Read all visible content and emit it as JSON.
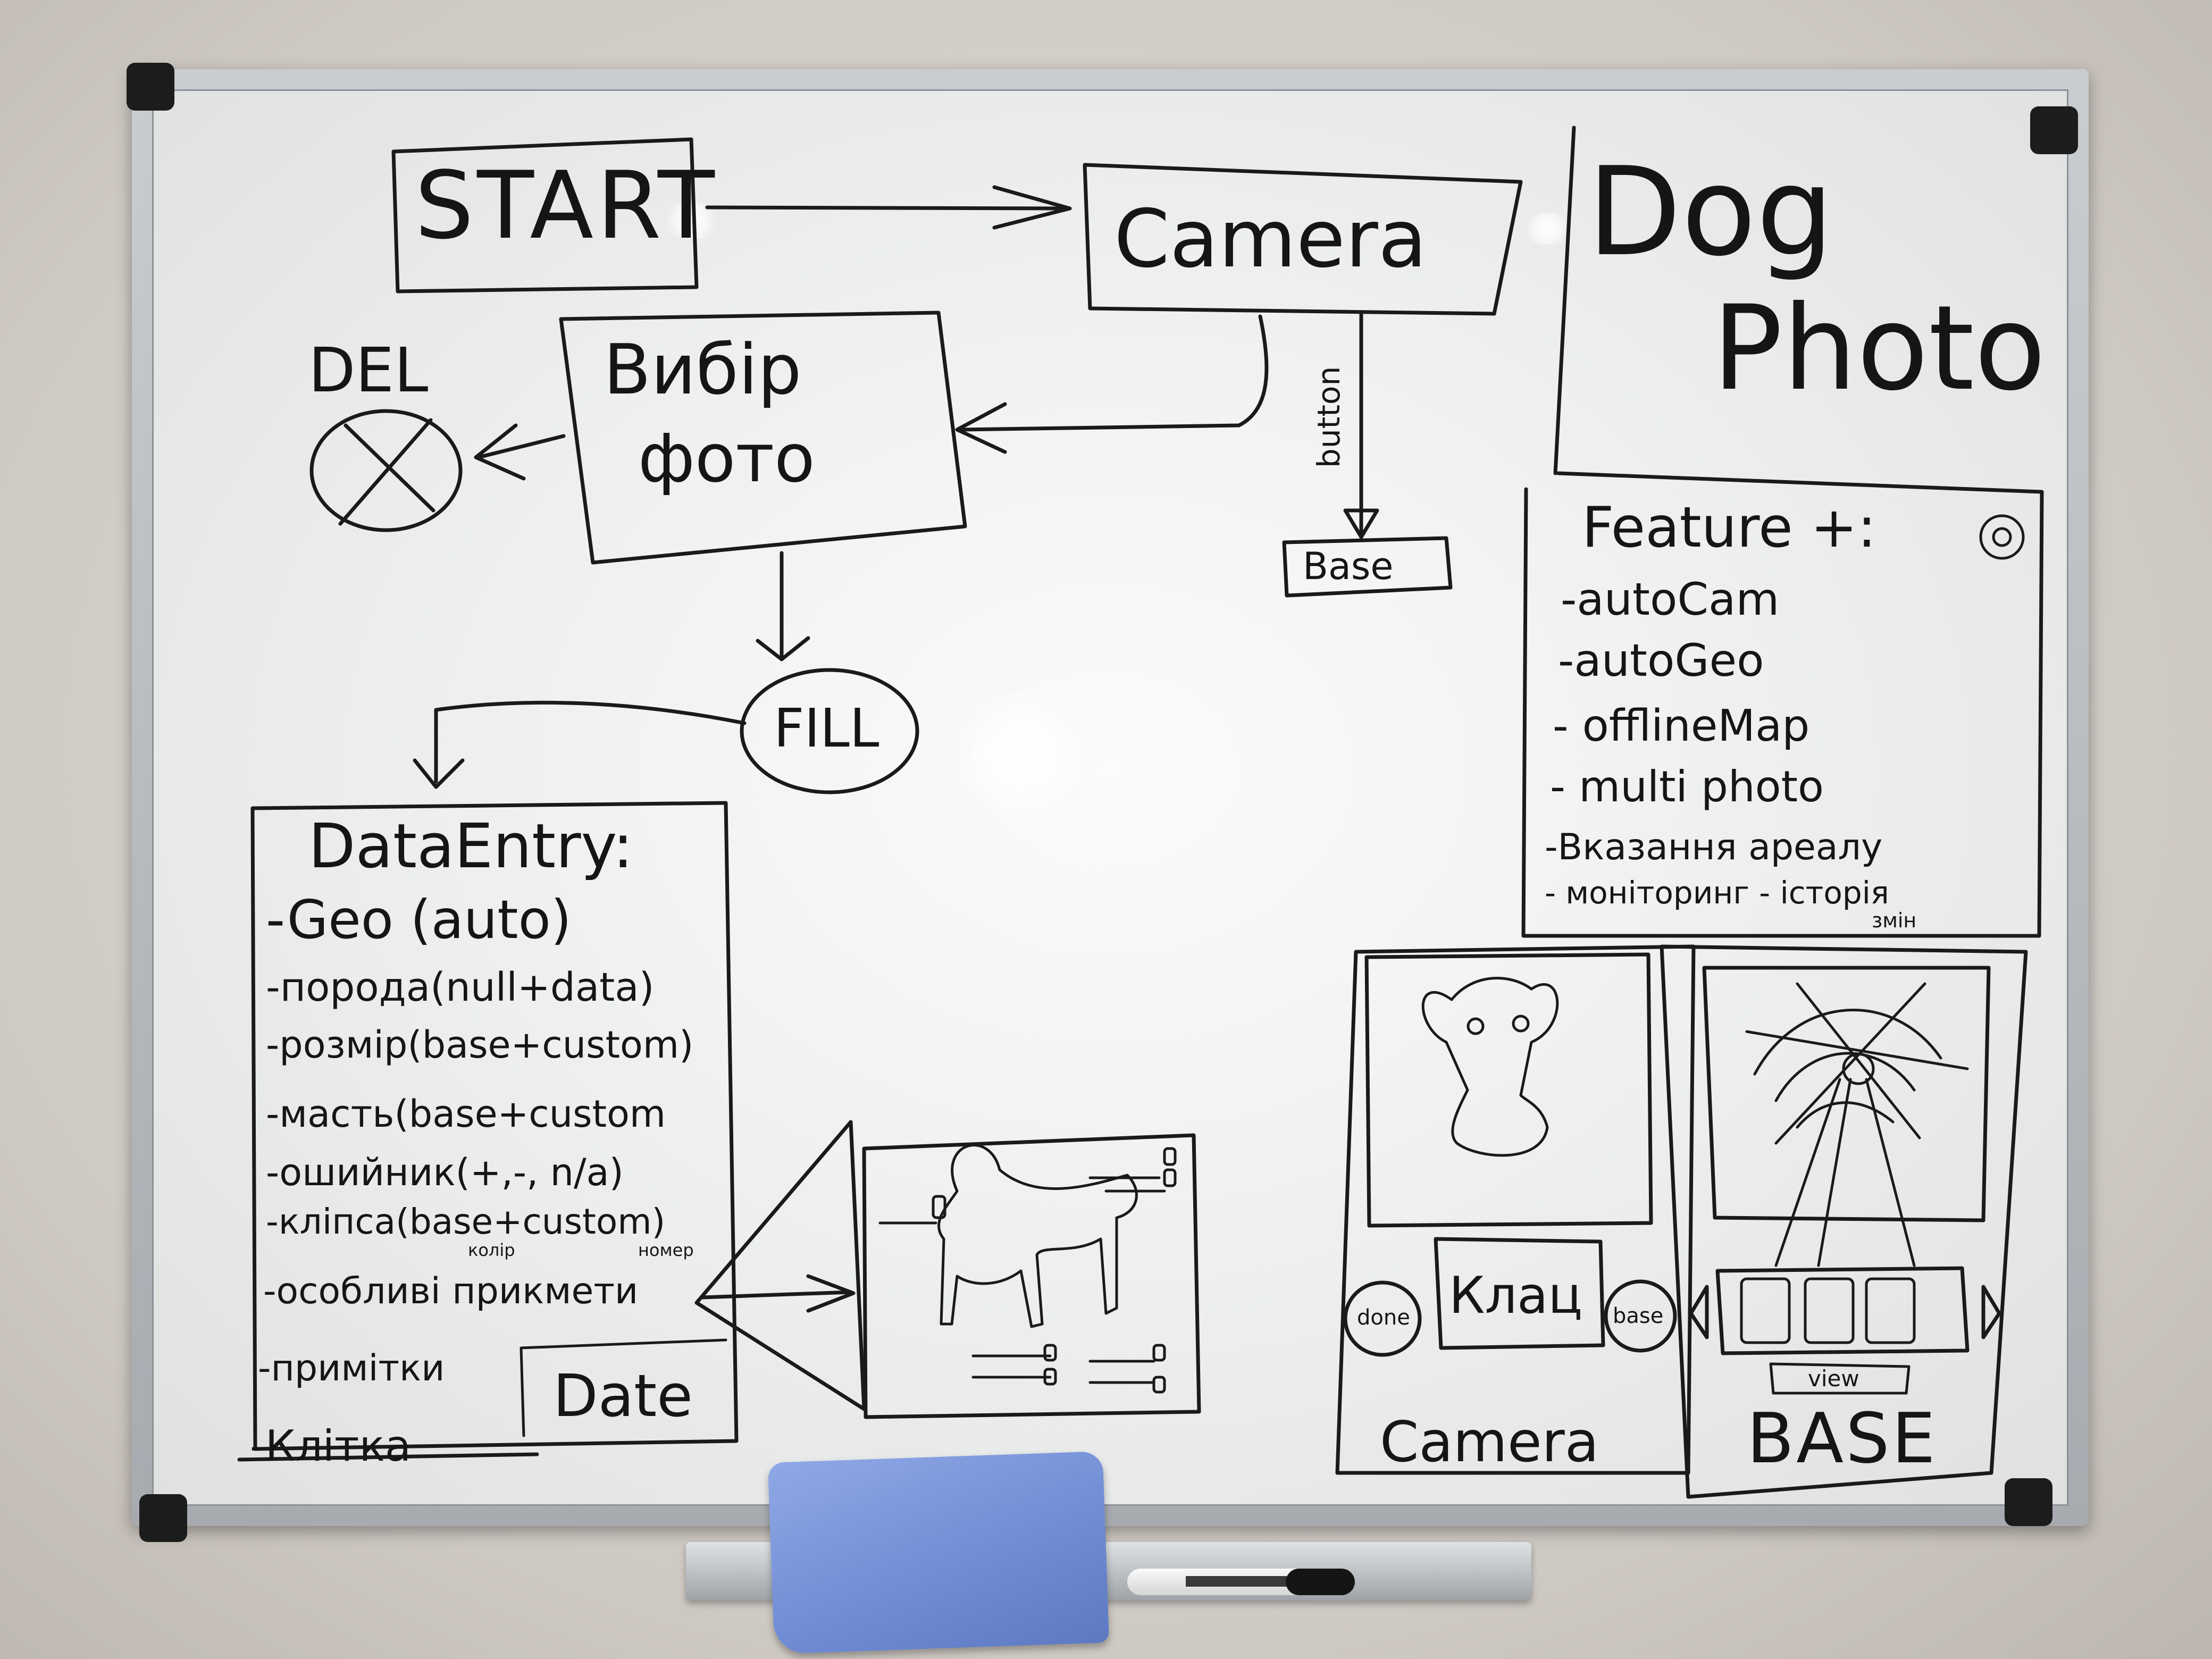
{
  "flow": {
    "start": "START",
    "camera": "Camera",
    "button_label": "button",
    "base_small": "Base",
    "select_photo_line1": "Вибір",
    "select_photo_line2": "фото",
    "del": "DEL",
    "fill": "FILL"
  },
  "title": {
    "line1": "Dog",
    "line2": "Photo"
  },
  "features": {
    "heading": "Feature +:",
    "items": [
      "-autoCam",
      "-autoGeo",
      "- offlineMap",
      "- multi photo",
      "-Вказання ареалу",
      "- моніторинг - історія"
    ],
    "item_note": "змін"
  },
  "data_entry": {
    "heading": "DataEntry:",
    "items": [
      "-Geo (auto)",
      "-порода(null+data)",
      "-розмір(base+custom)",
      "-масть(base+custom",
      "-ошийник(+,-, n/a)",
      "-кліпса(base+custom)",
      "-особливі прикмети",
      "-примітки"
    ],
    "clip_note_left": "колір",
    "clip_note_right": "номер",
    "crossed_item": "-Клітка",
    "date_box": "Date"
  },
  "camera_screen": {
    "done": "done",
    "shot": "Клац",
    "base": "base",
    "caption": "Camera"
  },
  "base_screen": {
    "view": "view",
    "caption": "BASE"
  }
}
